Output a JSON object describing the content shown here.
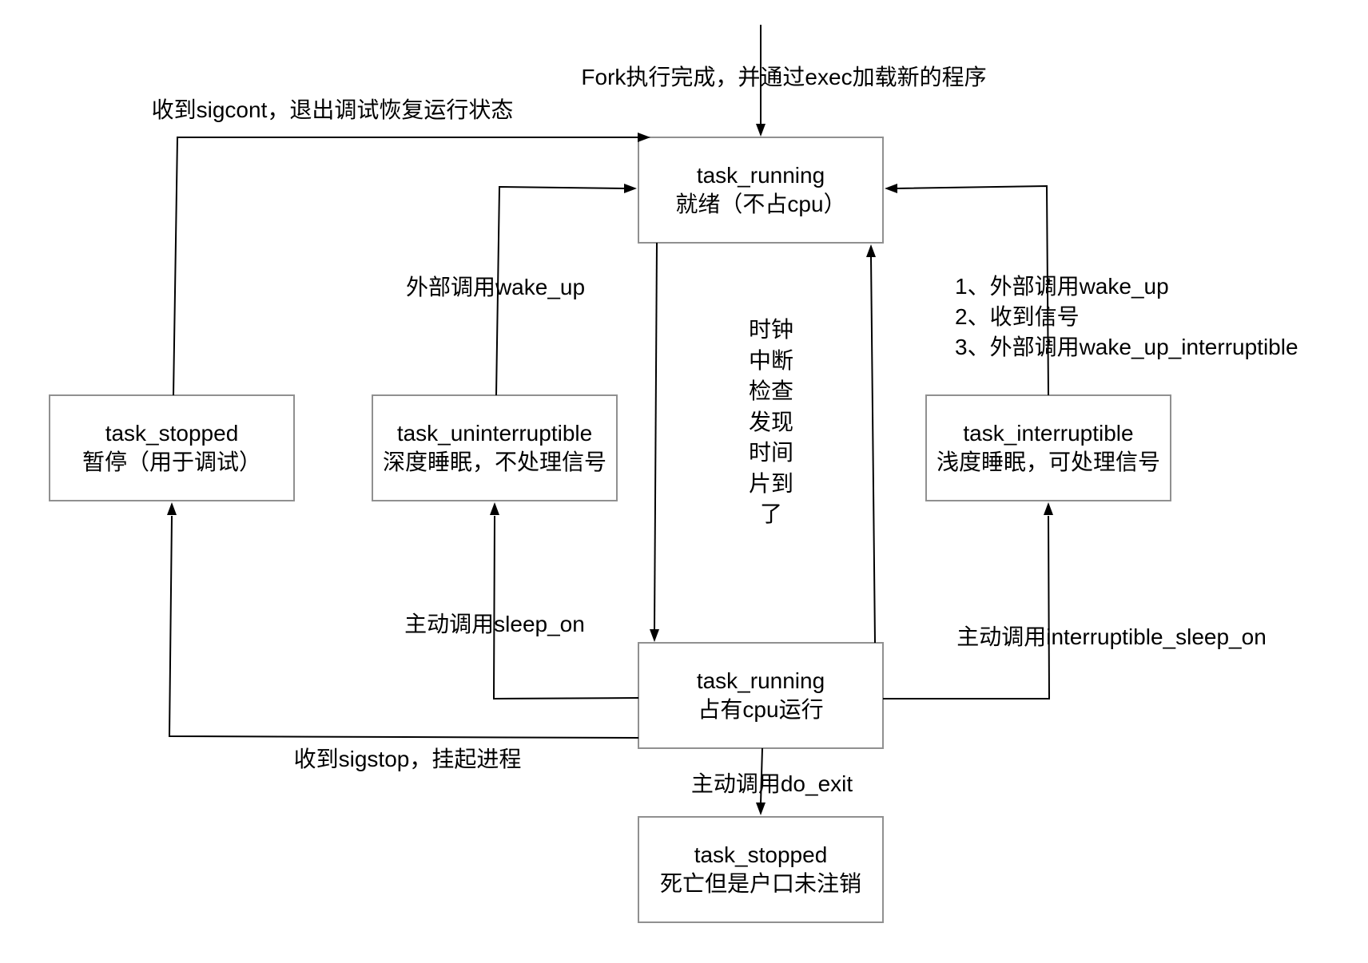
{
  "diagram": {
    "states": [
      {
        "key": "ready",
        "name": "task_running",
        "description": "就绪（不占cpu）"
      },
      {
        "key": "stopped_debug",
        "name": "task_stopped",
        "description": "暂停（用于调试）"
      },
      {
        "key": "uninterruptible",
        "name": "task_uninterruptible",
        "description": "深度睡眠，不处理信号"
      },
      {
        "key": "interruptible",
        "name": "task_interruptible",
        "description": "浅度睡眠，可处理信号"
      },
      {
        "key": "running",
        "name": "task_running",
        "description": "占有cpu运行"
      },
      {
        "key": "stopped_dead",
        "name": "task_stopped",
        "description": "死亡但是户口未注销"
      }
    ],
    "transitions": [
      {
        "from": "start",
        "to": "ready",
        "label": "Fork执行完成，并通过exec加载新的程序"
      },
      {
        "from": "stopped_debug",
        "to": "ready",
        "label": "收到sigcont，退出调试恢复运行状态"
      },
      {
        "from": "uninterruptible",
        "to": "ready",
        "label": "外部调用wake_up"
      },
      {
        "from": "interruptible",
        "to": "ready",
        "label_lines": [
          "1、外部调用wake_up",
          "2、收到信号",
          "3、外部调用wake_up_interruptible"
        ]
      },
      {
        "from": "ready",
        "to": "running"
      },
      {
        "from": "running",
        "to": "ready",
        "label_lines": [
          "时钟",
          "中断",
          "检查",
          "发现",
          "时间",
          "片到",
          "了"
        ]
      },
      {
        "from": "running",
        "to": "uninterruptible",
        "label": "主动调用sleep_on"
      },
      {
        "from": "running",
        "to": "interruptible",
        "label": "主动调用interruptible_sleep_on"
      },
      {
        "from": "running",
        "to": "stopped_debug",
        "label": "收到sigstop，挂起进程"
      },
      {
        "from": "running",
        "to": "stopped_dead",
        "label": "主动调用do_exit"
      }
    ]
  },
  "colors": {
    "background": "#ffffff",
    "box_border": "#909090",
    "box_fill": "#ffffff",
    "edge": "#000000",
    "text": "#000000"
  }
}
